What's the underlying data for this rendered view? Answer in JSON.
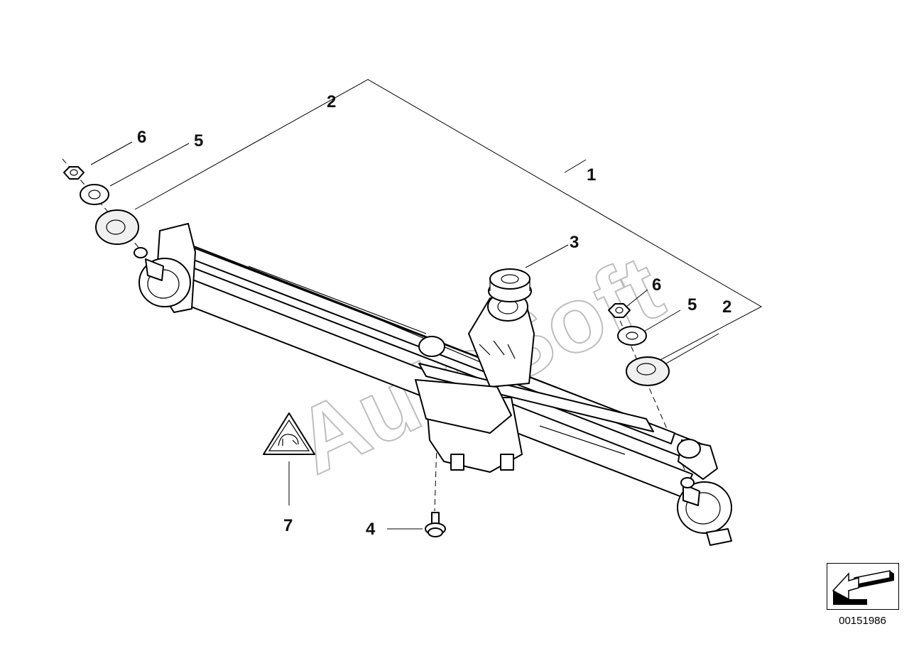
{
  "watermark": "AutoSoft",
  "diagram_number": "00151986",
  "callouts": {
    "c1": "1",
    "c2_left": "2",
    "c2_right": "2",
    "c3": "3",
    "c4": "4",
    "c5_left": "5",
    "c5_right": "5",
    "c6_left": "6",
    "c6_right": "6",
    "c7": "7"
  },
  "nav_icon": "back-arrow-icon",
  "colors": {
    "line": "#000000",
    "watermark": "#bdbdbd",
    "background": "#ffffff"
  }
}
